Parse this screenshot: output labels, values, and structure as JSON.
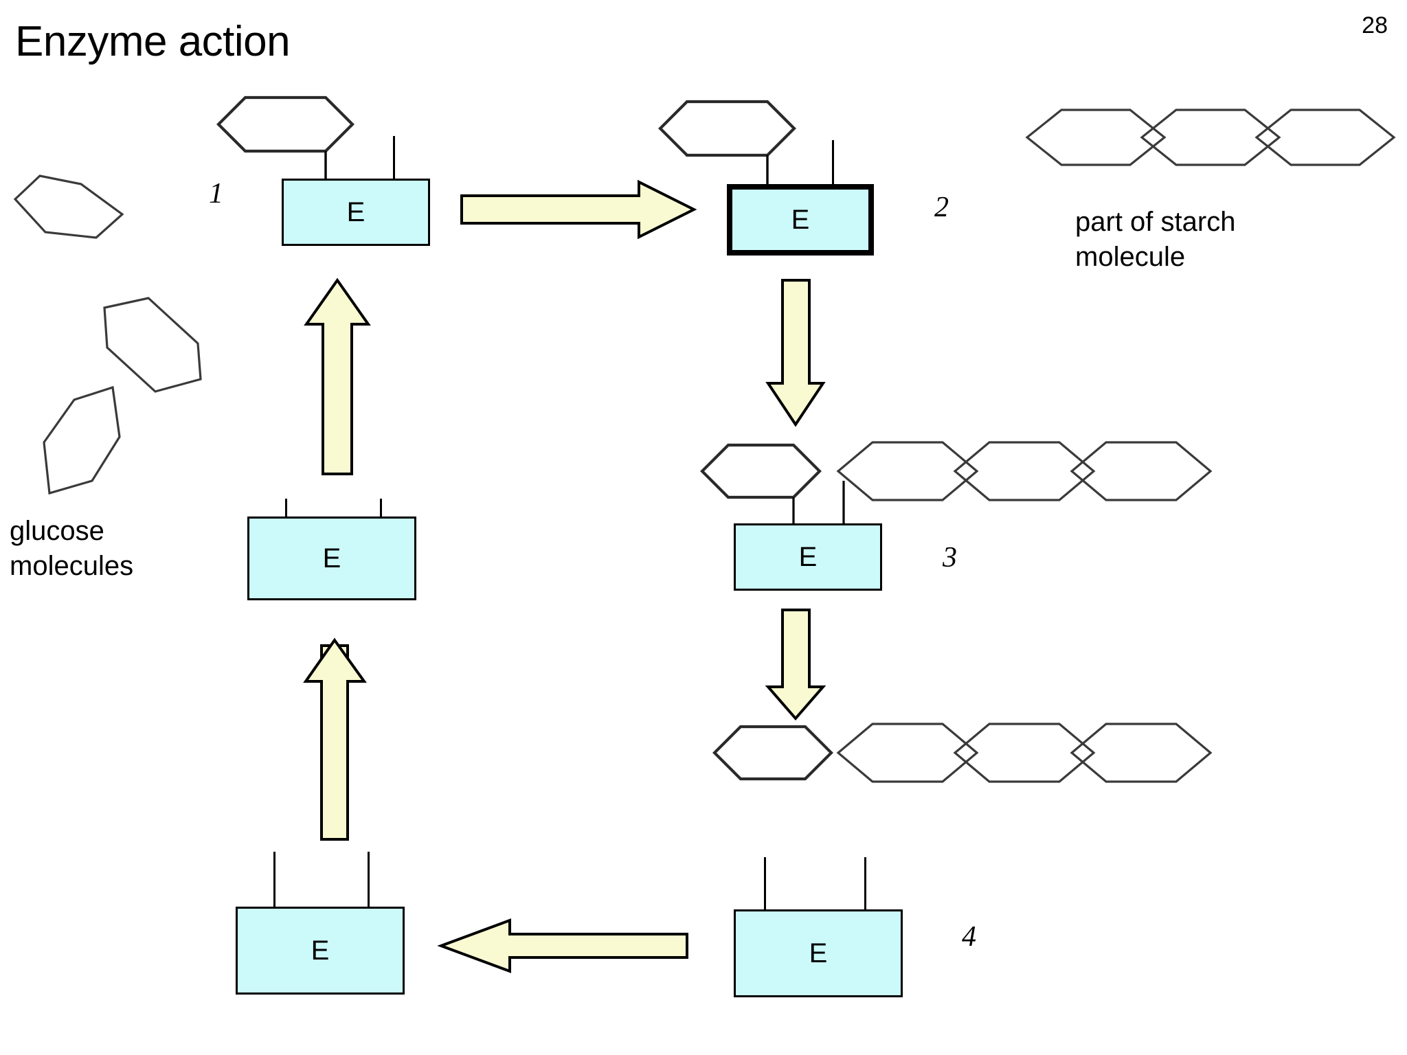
{
  "slide": {
    "title": "Enzyme action",
    "page_number": "28"
  },
  "labels": {
    "glucose": "glucose\nmolecules",
    "glucose_line1": "glucose",
    "glucose_line2": "molecules",
    "starch_line1": "part of starch",
    "starch_line2": "molecule"
  },
  "steps": [
    {
      "id": 1,
      "number": "1",
      "enzyme_label": "E",
      "highlighted": false
    },
    {
      "id": 2,
      "number": "2",
      "enzyme_label": "E",
      "highlighted": true
    },
    {
      "id": 3,
      "number": "3",
      "enzyme_label": "E",
      "highlighted": false
    },
    {
      "id": 4,
      "number": "4",
      "enzyme_label": "E",
      "highlighted": false
    }
  ],
  "enzymes": {
    "step1": "E",
    "step2": "E",
    "step3": "E",
    "step4": "E",
    "recycle_mid": "E",
    "recycle_bottom": "E"
  },
  "colors": {
    "enzyme_fill": "#CCFAFA",
    "enzyme_stroke": "#000000",
    "arrow_fill": "#FAFAD2",
    "arrow_stroke": "#000000",
    "molecule_stroke": "#3A3A3A",
    "background": "#FFFFFF"
  },
  "molecules": {
    "free_glucose_count": 3,
    "starch_chain_top_units": 3,
    "starch_chain_step3_units": 3,
    "starch_chain_step4_units": 3,
    "detached_glucose_step3": 1,
    "detached_glucose_step4": 1
  },
  "arrows": [
    {
      "name": "step1-to-step2",
      "direction": "right"
    },
    {
      "name": "step2-to-step3",
      "direction": "down"
    },
    {
      "name": "step3-to-step4",
      "direction": "down"
    },
    {
      "name": "step4-to-recycle",
      "direction": "left"
    },
    {
      "name": "recycle-bottom-to-mid",
      "direction": "up"
    },
    {
      "name": "recycle-mid-to-step1",
      "direction": "up"
    }
  ]
}
